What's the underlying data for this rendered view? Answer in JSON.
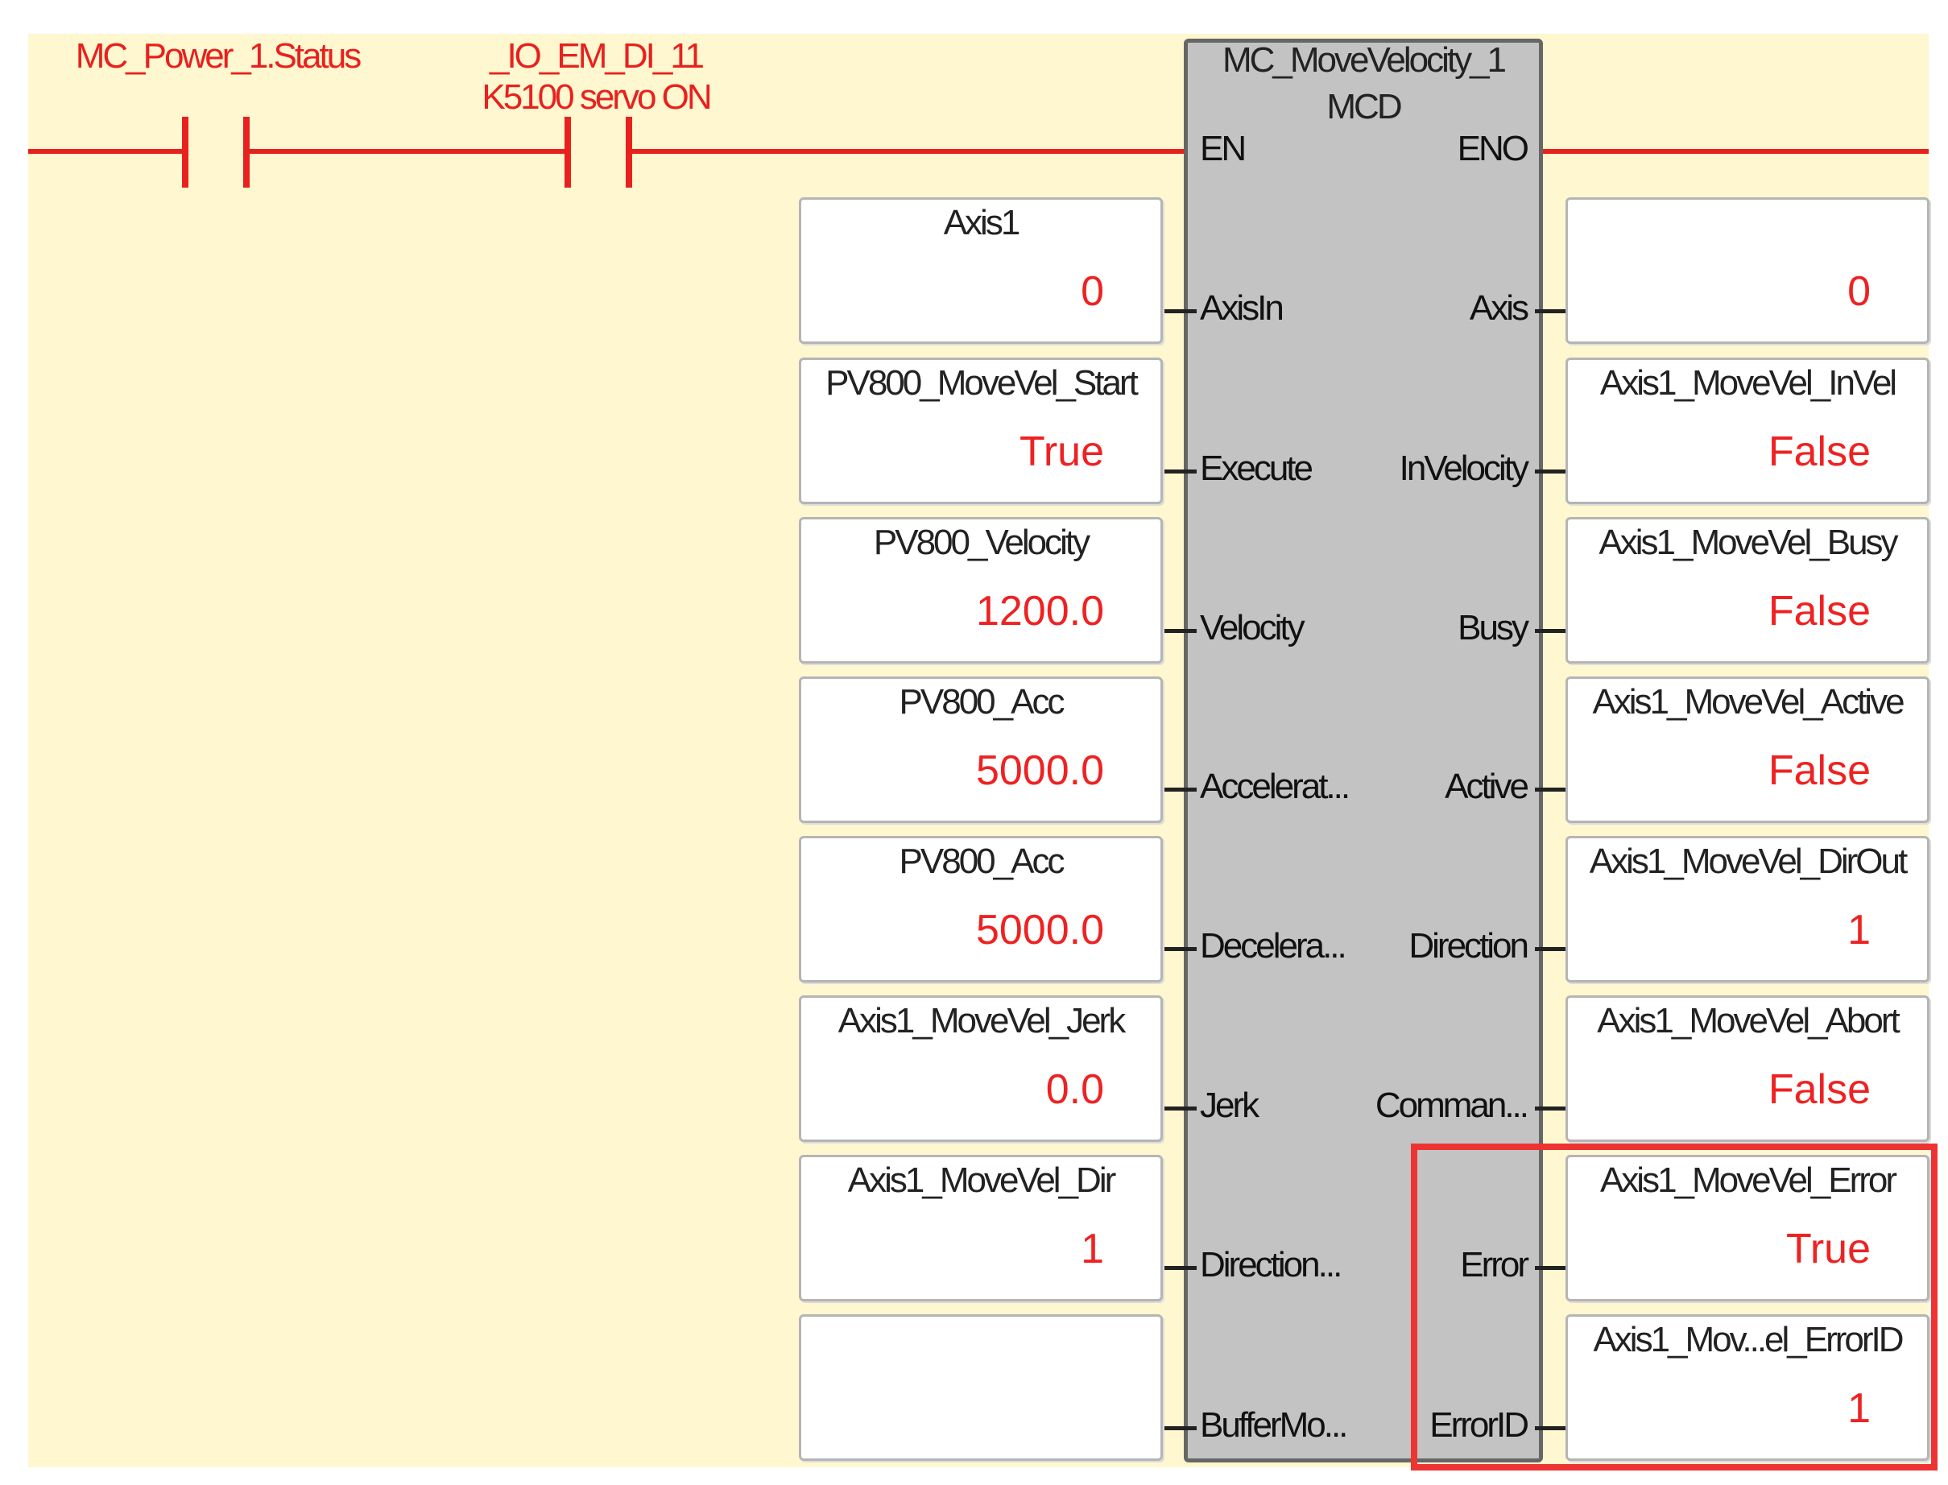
{
  "rung": {
    "contact_1": {
      "label": "MC_Power_1.Status"
    },
    "contact_2": {
      "label_line1": "_IO_EM_DI_11",
      "label_line2": "K5100 servo ON"
    }
  },
  "function_block": {
    "instance_name": "MC_MoveVelocity_1",
    "type_name": "MCD",
    "en_label": "EN",
    "eno_label": "ENO",
    "inputs": [
      {
        "pin": "AxisIn",
        "variable": "Axis1",
        "value": "0"
      },
      {
        "pin": "Execute",
        "variable": "PV800_MoveVel_Start",
        "value": "True"
      },
      {
        "pin": "Velocity",
        "variable": "PV800_Velocity",
        "value": "1200.0"
      },
      {
        "pin": "Accelerat...",
        "variable": "PV800_Acc",
        "value": "5000.0"
      },
      {
        "pin": "Decelera...",
        "variable": "PV800_Acc",
        "value": "5000.0"
      },
      {
        "pin": "Jerk",
        "variable": "Axis1_MoveVel_Jerk",
        "value": "0.0"
      },
      {
        "pin": "Direction...",
        "variable": "Axis1_MoveVel_Dir",
        "value": "1"
      },
      {
        "pin": "BufferMo...",
        "variable": "",
        "value": ""
      }
    ],
    "outputs": [
      {
        "pin": "Axis",
        "variable": "",
        "value": "0"
      },
      {
        "pin": "InVelocity",
        "variable": "Axis1_MoveVel_InVel",
        "value": "False"
      },
      {
        "pin": "Busy",
        "variable": "Axis1_MoveVel_Busy",
        "value": "False"
      },
      {
        "pin": "Active",
        "variable": "Axis1_MoveVel_Active",
        "value": "False"
      },
      {
        "pin": "Direction",
        "variable": "Axis1_MoveVel_DirOut",
        "value": "1"
      },
      {
        "pin": "Comman...",
        "variable": "Axis1_MoveVel_Abort",
        "value": "False"
      },
      {
        "pin": "Error",
        "variable": "Axis1_MoveVel_Error",
        "value": "True"
      },
      {
        "pin": "ErrorID",
        "variable": "Axis1_Mov...el_ErrorID",
        "value": "1"
      }
    ]
  },
  "colors": {
    "background": "#fff7cf",
    "rung_powered": "#e8211e",
    "value_text": "#ee2222",
    "block_fill": "#c3c3c3",
    "highlight": "#ee3333"
  }
}
